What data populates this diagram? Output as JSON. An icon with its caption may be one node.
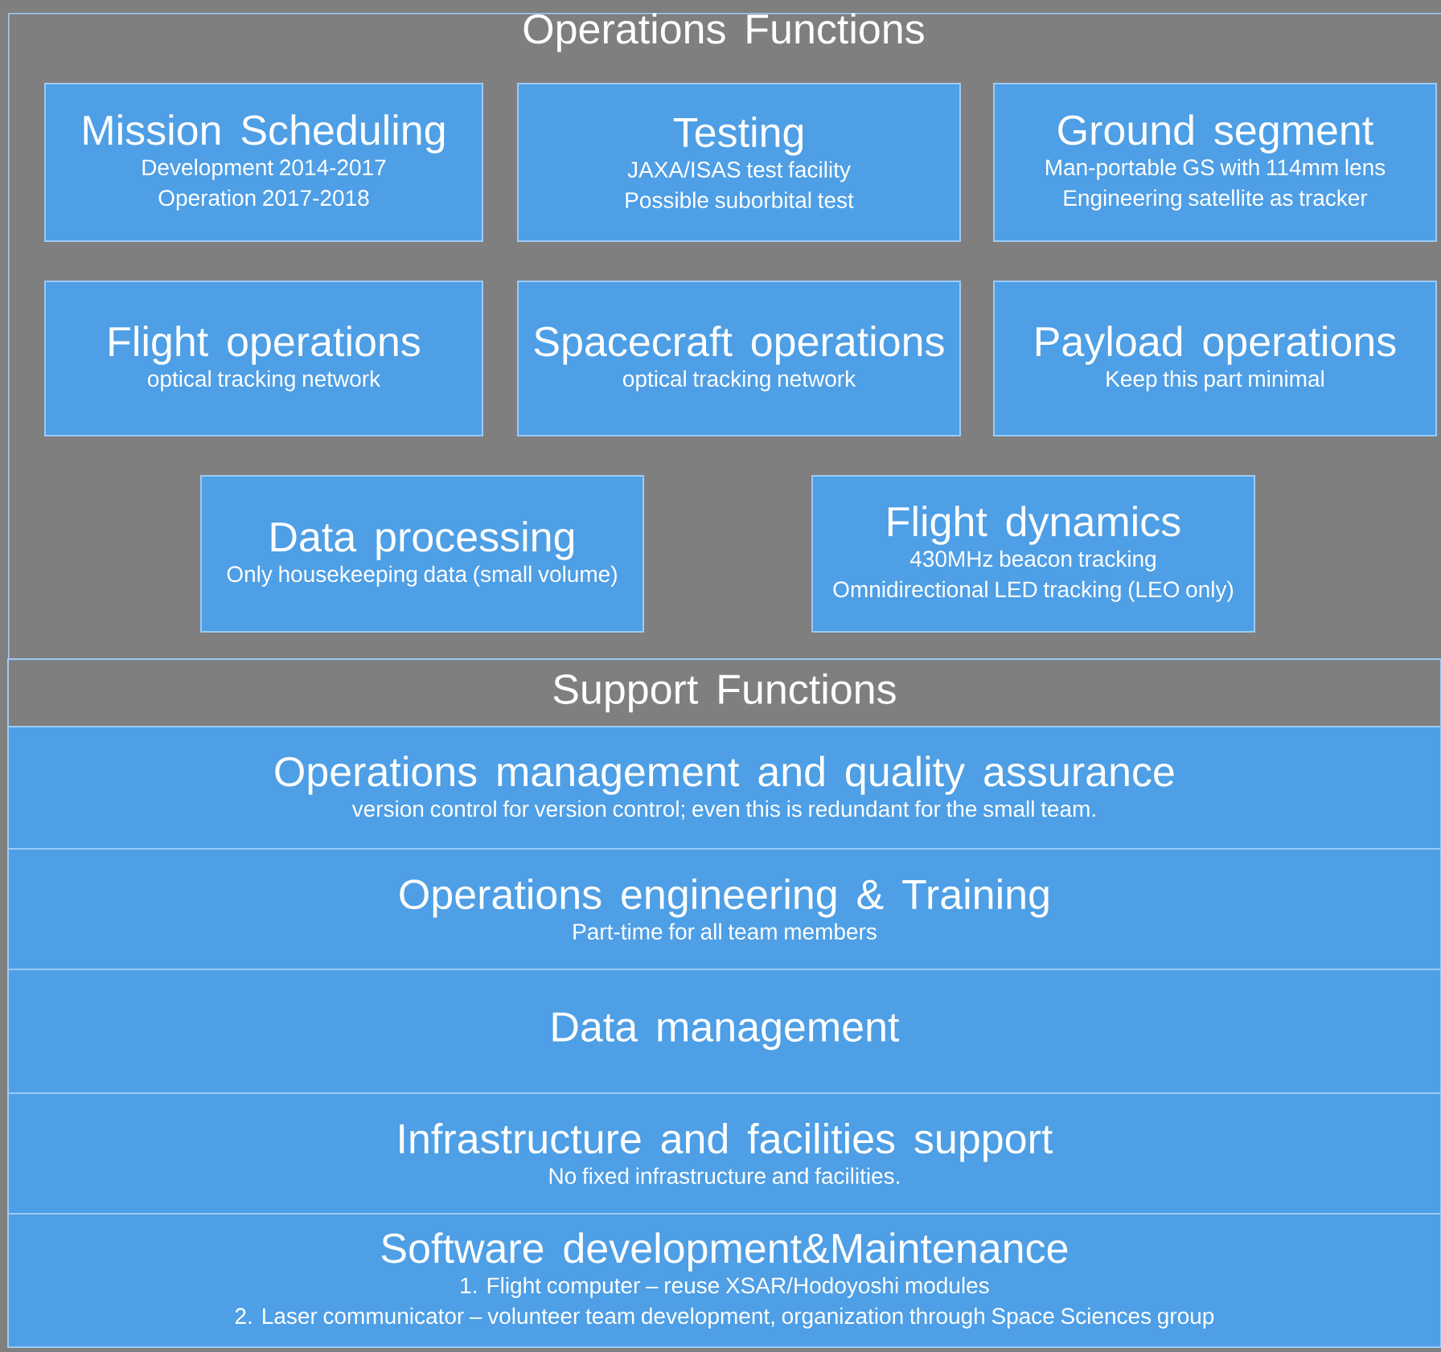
{
  "diagram": {
    "nodes": [
      {
        "text": [
          "Operations Functions"
        ]
      },
      {
        "text": [
          "Mission Scheduling",
          "Development 2014-2017",
          "Operation 2017-2018"
        ],
        "in": 0
      },
      {
        "text": [
          "Testing",
          "JAXA/ISAS test facility",
          "Possible suborbital test"
        ],
        "in": 0
      },
      {
        "text": [
          "Ground segment",
          "Man-portable GS with 114mm lens",
          "Engineering satellite as tracker"
        ],
        "in": 0
      },
      {
        "text": [
          "Flight operations",
          "optical tracking network"
        ],
        "in": 0
      },
      {
        "text": [
          "Spacecraft operations",
          "optical tracking network"
        ],
        "in": 0
      },
      {
        "text": [
          "Payload operations",
          "Keep this part minimal"
        ],
        "in": 0
      },
      {
        "text": [
          "Data processing",
          "Only housekeeping data (small volume)"
        ],
        "in": 0
      },
      {
        "text": [
          "Flight dynamics",
          "430MHz beacon tracking",
          "Omnidirectional LED tracking (LEO only)"
        ],
        "in": 0
      },
      {
        "text": [
          "Support Functions"
        ]
      },
      {
        "text": [
          "Operations management and quality assurance",
          "version control for version control; even this is redundant for the small team."
        ]
      },
      {
        "text": [
          "Operations engineering & Training",
          "Part-time for all team members"
        ]
      },
      {
        "text": [
          "Data management"
        ]
      },
      {
        "text": [
          "Infrastructure and facilities support",
          "No fixed infrastructure and facilities."
        ]
      },
      {
        "text": [
          "Software development&Maintenance",
          "1.    Flight computer – reuse XSAR/Hodoyoshi modules",
          "2. Laser communicator – volunteer team development, organization through Space Sciences group"
        ]
      }
    ]
  }
}
